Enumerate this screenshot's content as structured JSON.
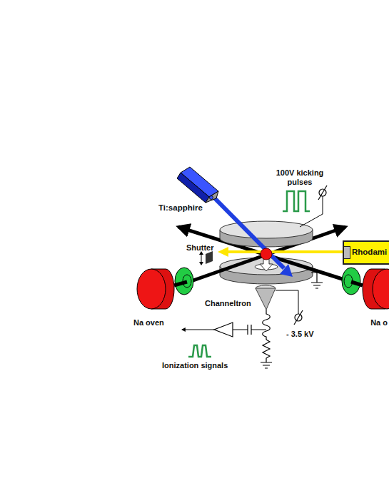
{
  "diagram": {
    "nodes": [
      {
        "text": [
          "Ti:sapphire"
        ]
      },
      {
        "text": [
          "Rhodami"
        ]
      }
    ],
    "labels": [
      "100V kicking pulses",
      "Shutter",
      "Channeltron",
      "Na oven",
      "- 3.5 kV",
      "Ionization signals",
      "Na o"
    ]
  }
}
